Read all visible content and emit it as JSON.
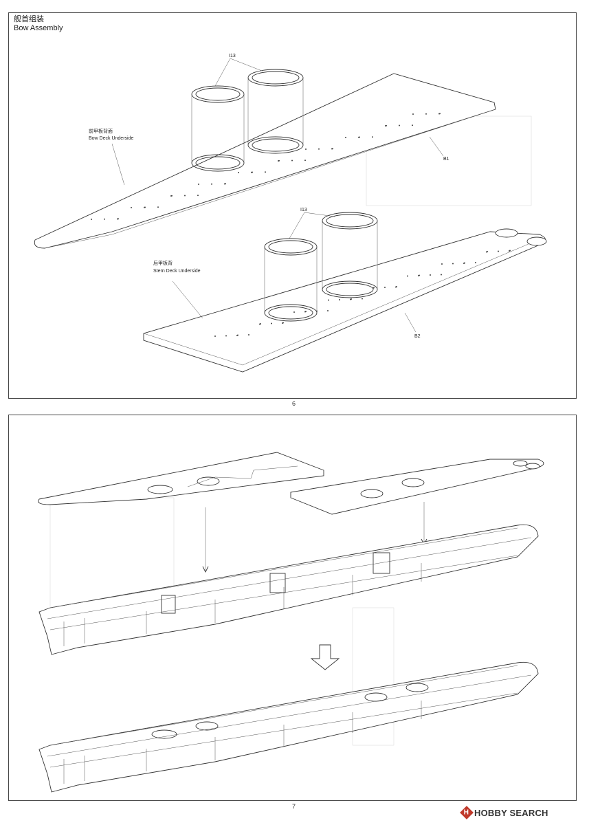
{
  "page_top": {
    "title_cn": "舰首组装",
    "title_en": "Bow Assembly",
    "labels": {
      "i13_a": "I13",
      "bow_cn": "前甲板背面",
      "bow_en": "Bow Deck Underside",
      "b1": "B1",
      "i13_b": "I13",
      "stern_cn": "后甲板背",
      "stern_en": "Stern Deck Underside",
      "b2": "B2"
    },
    "page_number": "6"
  },
  "page_bottom": {
    "page_number": "7"
  },
  "watermark": {
    "logo_letter": "H",
    "text": "HOBBY SEARCH"
  }
}
